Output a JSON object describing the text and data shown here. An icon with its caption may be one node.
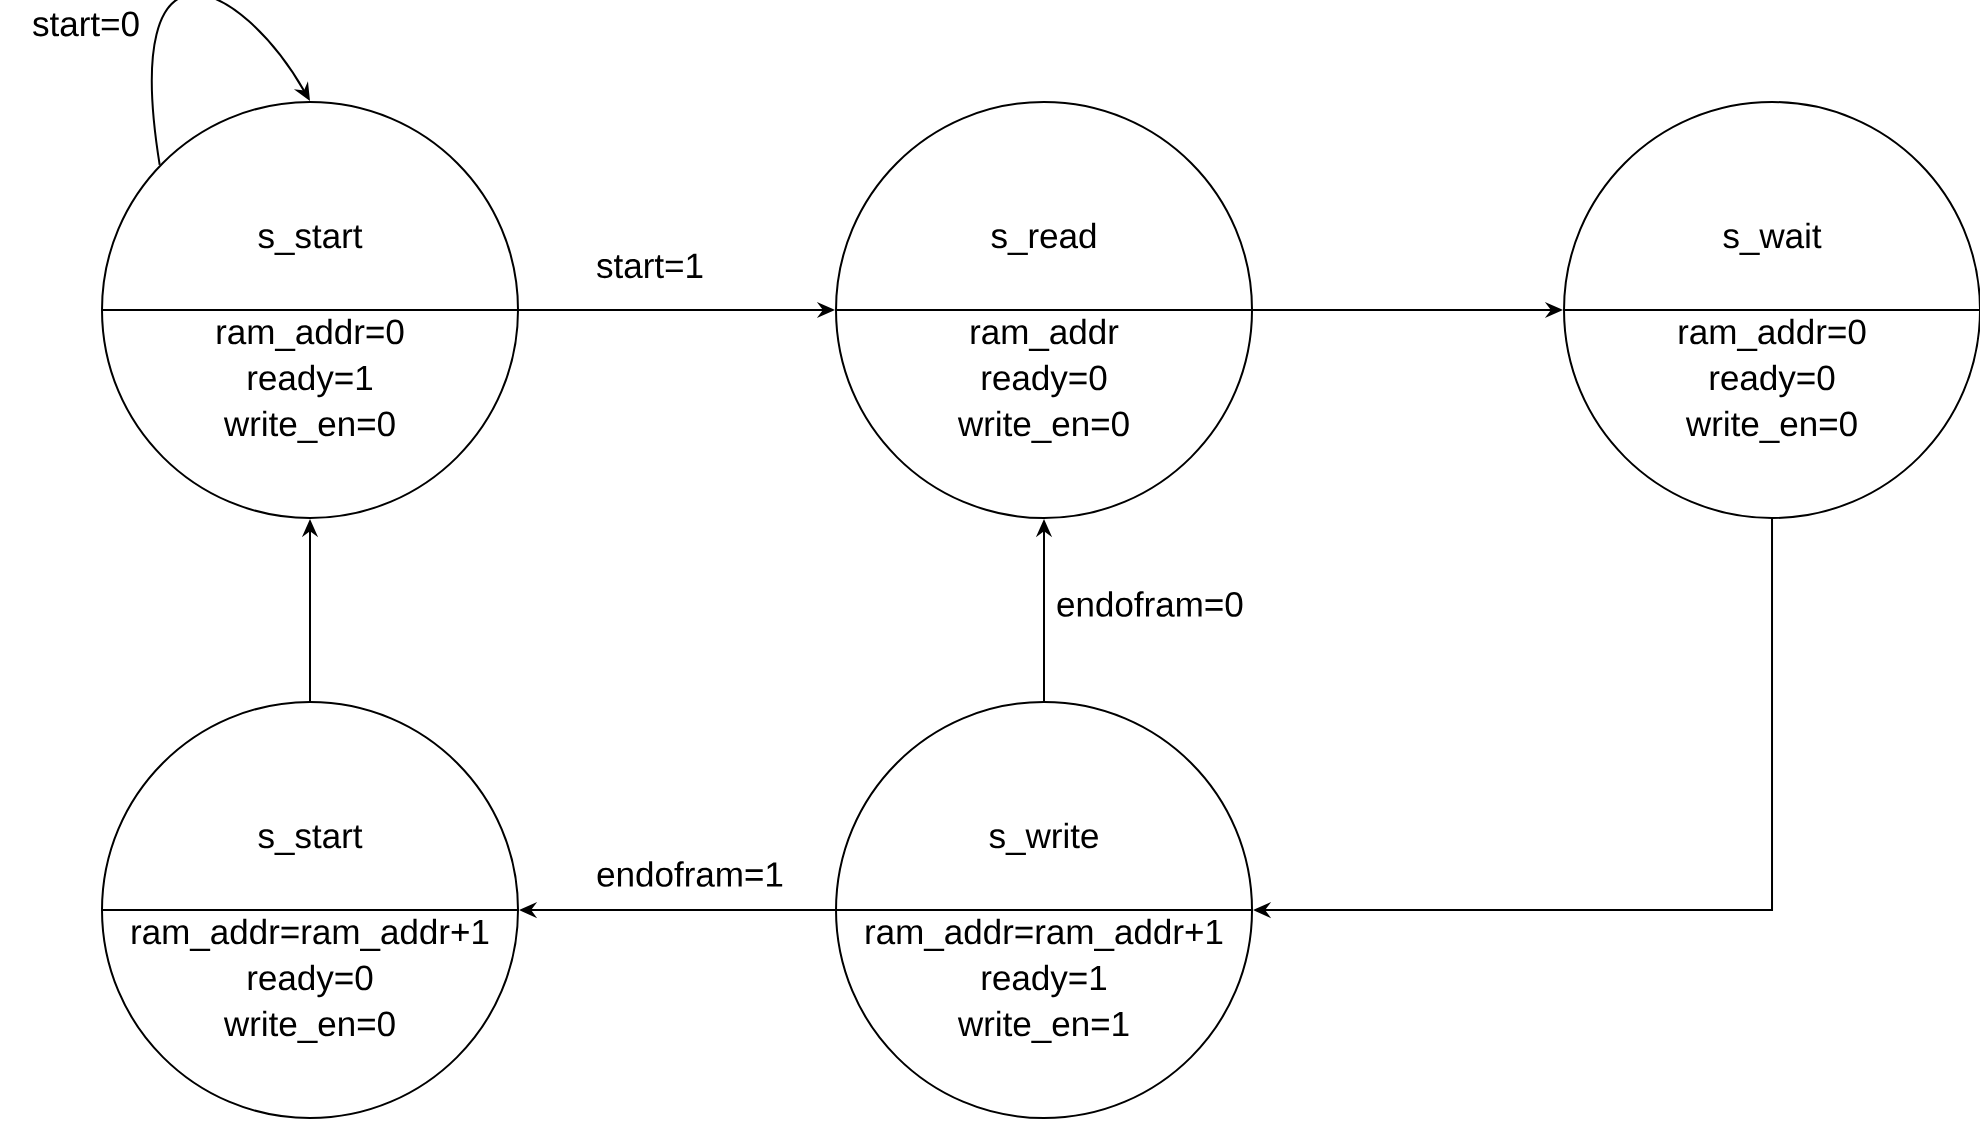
{
  "diagram": {
    "nodes": [
      {
        "text": [
          "s_start",
          "ram_addr=0",
          "ready=1",
          "write_en=0"
        ]
      },
      {
        "text": [
          "s_read",
          "ram_addr",
          "ready=0",
          "write_en=0"
        ]
      },
      {
        "text": [
          "s_wait",
          "ram_addr=0",
          "ready=0",
          "write_en=0"
        ]
      },
      {
        "text": [
          "s_start",
          "ram_addr=ram_addr+1",
          "ready=0",
          "write_en=0"
        ]
      },
      {
        "text": [
          "s_write",
          "ram_addr=ram_addr+1",
          "ready=1",
          "write_en=1"
        ]
      }
    ],
    "edges": [
      {
        "from": 0,
        "to": 0,
        "arrow": "to",
        "label": "start=0"
      },
      {
        "from": 0,
        "to": 1,
        "arrow": "to",
        "label": "start=1"
      },
      {
        "from": 1,
        "to": 2,
        "arrow": "to"
      },
      {
        "from": 2,
        "to": 4,
        "arrow": "to"
      },
      {
        "from": 4,
        "to": 3,
        "arrow": "to",
        "label": "endofram=1"
      },
      {
        "from": 4,
        "to": 1,
        "arrow": "to",
        "label": "endofram=0"
      },
      {
        "from": 3,
        "to": 0,
        "arrow": "to"
      }
    ]
  }
}
